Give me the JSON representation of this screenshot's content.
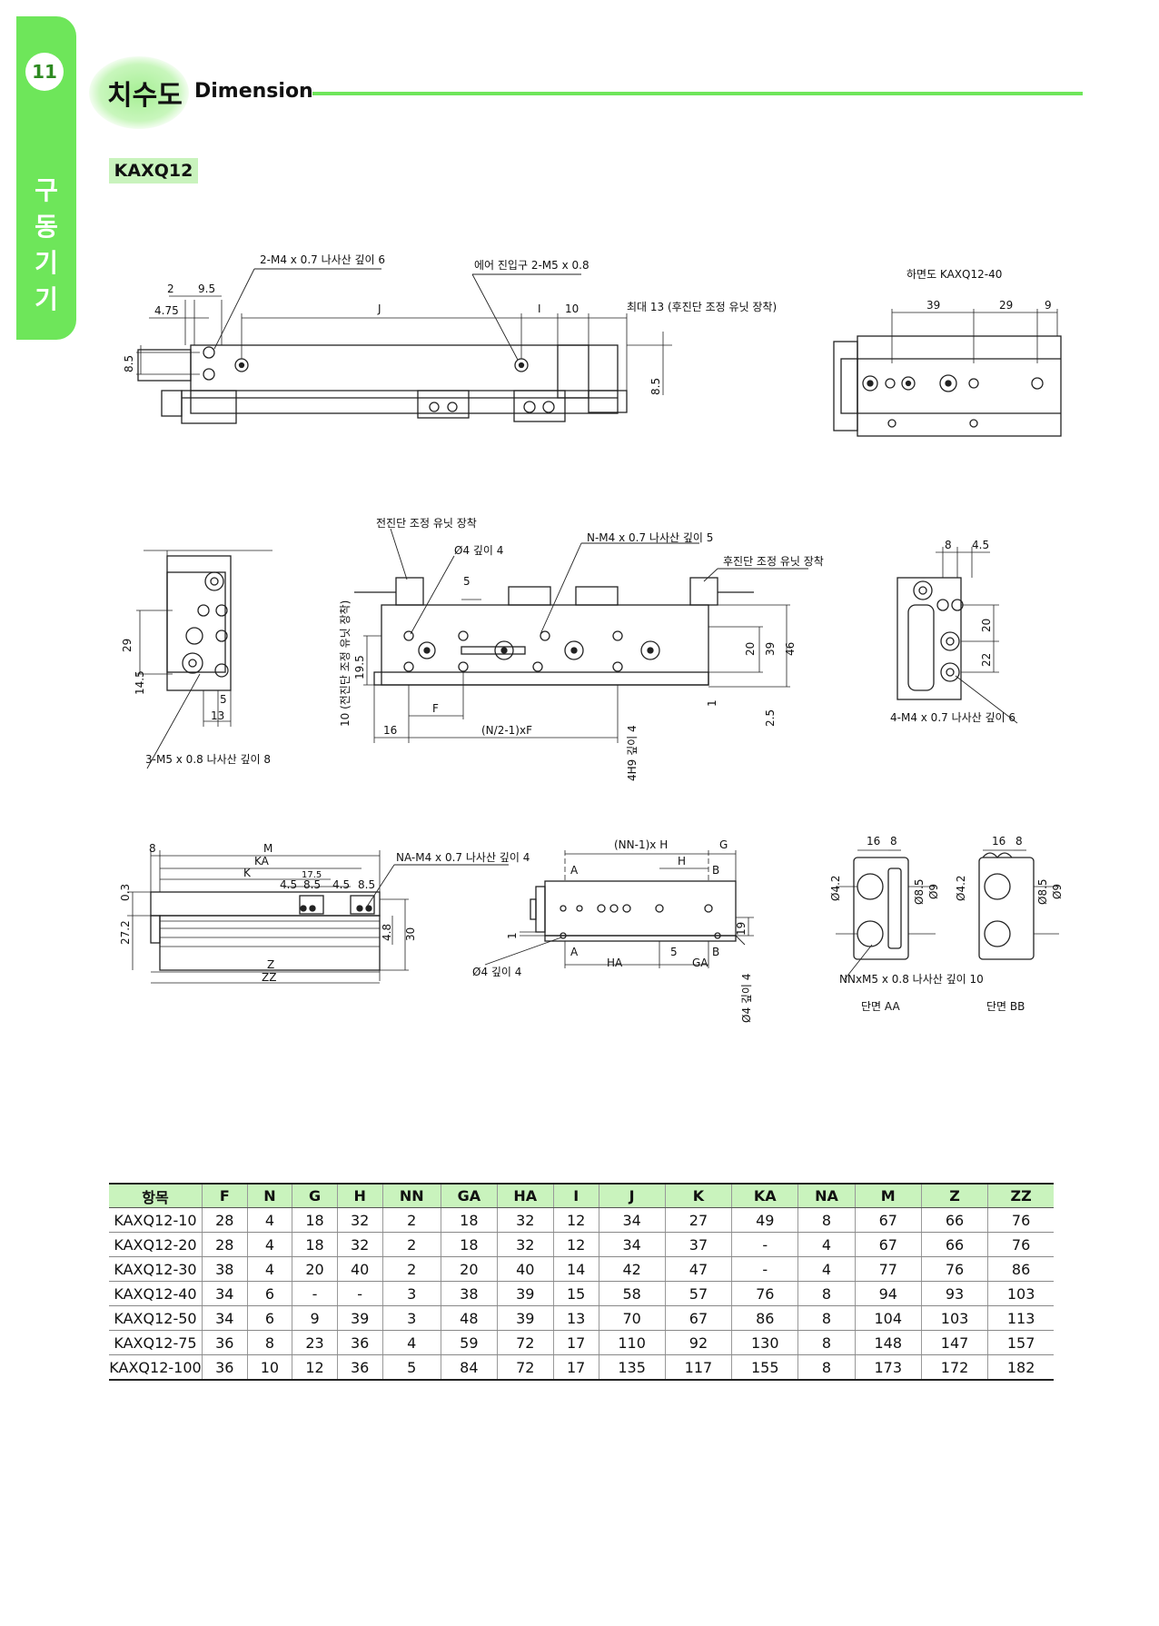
{
  "side": {
    "page_number": "11",
    "section_label": "구동기기"
  },
  "header": {
    "title_ko": "치수도",
    "title_en": "Dimension",
    "model": "KAXQ12"
  },
  "drawing1": {
    "note_thread": "2-M4 x 0.7 나사산 깊이 6",
    "note_air": "에어 진입구 2-M5 x 0.8",
    "d2": "2",
    "d95": "9.5",
    "d475": "4.75",
    "dJ": "J",
    "dI": "I",
    "d10": "10",
    "note_max": "최대 13 (후진단 조정 유닛 장착)",
    "d85a": "8.5",
    "d85b": "8.5"
  },
  "drawing_bottom": {
    "title": "하면도 KAXQ12-40",
    "d39": "39",
    "d29": "29",
    "d9": "9"
  },
  "drawing2": {
    "note_thread": "3-M5 x 0.8 나사산 깊이 8",
    "d29": "29",
    "d145": "14.5",
    "d5": "5",
    "d13": "13"
  },
  "drawing3": {
    "note_front": "전진단 조정 유닛 장착",
    "note_pin": "Ø4 깊이 4",
    "note_nthread": "N-M4 x 0.7 나사산 깊이 5",
    "note_rear": "후진단 조정 유닛 장착",
    "note_left": "10 (전진단 조정 유닛 장착)",
    "d195": "19.5",
    "d5": "5",
    "dF": "F",
    "d16": "16",
    "dNF": "(N/2-1)xF",
    "note_slot": "4H9 깊이 4",
    "d20": "20",
    "d39": "39",
    "d46": "46",
    "d1": "1",
    "d25": "2.5"
  },
  "drawing4": {
    "d8": "8",
    "d45": "4.5",
    "d20": "20",
    "d22": "22",
    "note": "4-M4 x 0.7 나사산 깊이 6"
  },
  "drawing5": {
    "d8": "8",
    "dM": "M",
    "dKA": "KA",
    "dK": "K",
    "d175": "17.5",
    "d45a": "4.5",
    "d85a": "8.5",
    "d45b": "4.5",
    "d85b": "8.5",
    "note": "NA-M4 x 0.7 나사산 깊이 4",
    "d03": "0.3",
    "d272": "27.2",
    "d48": "4.8",
    "d30": "30",
    "dZ": "Z",
    "dZZ": "ZZ"
  },
  "drawing6": {
    "dNNH": "(NN-1)x H",
    "dG": "G",
    "dH": "H",
    "dA1": "A",
    "dB1": "B",
    "d1": "1",
    "d19": "19",
    "dA2": "A",
    "dB2": "B",
    "d5": "5",
    "dHA": "HA",
    "dGA": "GA",
    "note_pin": "Ø4 깊이 4",
    "note_slot": "Ø4 깊이 4"
  },
  "sections": {
    "d16a": "16",
    "d8a": "8",
    "d42a": "Ø4.2",
    "d85a": "Ø8.5",
    "d9a": "Ø9",
    "d16b": "16",
    "d8b": "8",
    "d42b": "Ø4.2",
    "d85b": "Ø8.5",
    "d9b": "Ø9",
    "note": "NNxM5 x 0.8 나사산 깊이 10",
    "label_aa": "단면 AA",
    "label_bb": "단면 BB"
  },
  "table": {
    "headers": [
      "항목",
      "F",
      "N",
      "G",
      "H",
      "NN",
      "GA",
      "HA",
      "I",
      "J",
      "K",
      "KA",
      "NA",
      "M",
      "Z",
      "ZZ"
    ],
    "rows": [
      [
        "KAXQ12-10",
        "28",
        "4",
        "18",
        "32",
        "2",
        "18",
        "32",
        "12",
        "34",
        "27",
        "49",
        "8",
        "67",
        "66",
        "76"
      ],
      [
        "KAXQ12-20",
        "28",
        "4",
        "18",
        "32",
        "2",
        "18",
        "32",
        "12",
        "34",
        "37",
        "-",
        "4",
        "67",
        "66",
        "76"
      ],
      [
        "KAXQ12-30",
        "38",
        "4",
        "20",
        "40",
        "2",
        "20",
        "40",
        "14",
        "42",
        "47",
        "-",
        "4",
        "77",
        "76",
        "86"
      ],
      [
        "KAXQ12-40",
        "34",
        "6",
        "-",
        "-",
        "3",
        "38",
        "39",
        "15",
        "58",
        "57",
        "76",
        "8",
        "94",
        "93",
        "103"
      ],
      [
        "KAXQ12-50",
        "34",
        "6",
        "9",
        "39",
        "3",
        "48",
        "39",
        "13",
        "70",
        "67",
        "86",
        "8",
        "104",
        "103",
        "113"
      ],
      [
        "KAXQ12-75",
        "36",
        "8",
        "23",
        "36",
        "4",
        "59",
        "72",
        "17",
        "110",
        "92",
        "130",
        "8",
        "148",
        "147",
        "157"
      ],
      [
        "KAXQ12-100",
        "36",
        "10",
        "12",
        "36",
        "5",
        "84",
        "72",
        "17",
        "135",
        "117",
        "155",
        "8",
        "173",
        "172",
        "182"
      ]
    ]
  }
}
